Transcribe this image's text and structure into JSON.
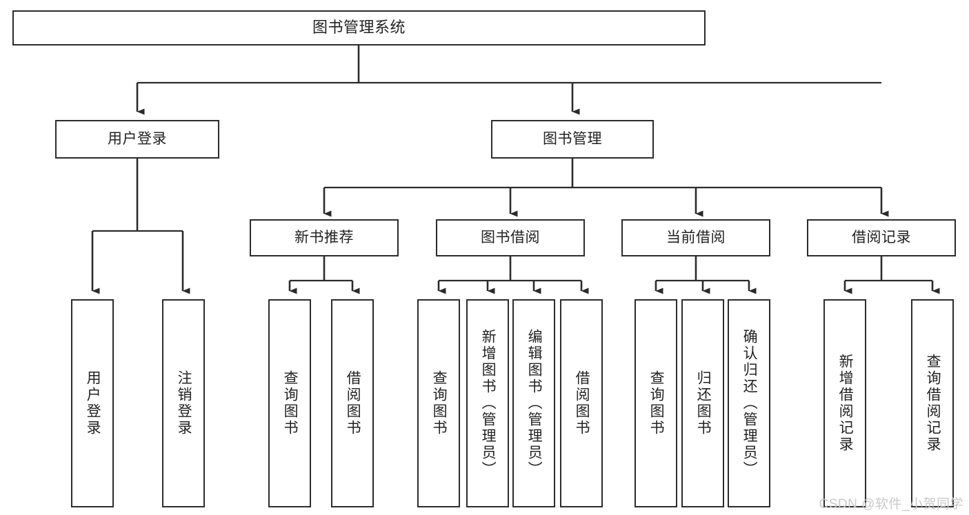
{
  "diagram": {
    "title": "图书管理系统",
    "type": "tree-hierarchy-diagram",
    "colors": {
      "background": "#ffffff",
      "box_border": "#2b2b2b",
      "box_fill": "#ffffff",
      "connector": "#2b2b2b",
      "text": "#222222",
      "watermark": "#c9c9c9"
    },
    "root": {
      "label": "图书管理系统"
    },
    "level2": [
      {
        "label": "用户登录"
      },
      {
        "label": "图书管理"
      }
    ],
    "level3": [
      {
        "label": "新书推荐"
      },
      {
        "label": "图书借阅"
      },
      {
        "label": "当前借阅"
      },
      {
        "label": "借阅记录"
      }
    ],
    "leaves": [
      {
        "label": "用户登录",
        "parent": "用户登录"
      },
      {
        "label": "注销登录",
        "parent": "用户登录"
      },
      {
        "label": "查询图书",
        "parent": "新书推荐"
      },
      {
        "label": "借阅图书",
        "parent": "新书推荐"
      },
      {
        "label": "查询图书",
        "parent": "图书借阅"
      },
      {
        "label": "新增图书（管理员）",
        "parent": "图书借阅"
      },
      {
        "label": "编辑图书（管理员）",
        "parent": "图书借阅"
      },
      {
        "label": "借阅图书",
        "parent": "图书借阅"
      },
      {
        "label": "查询图书",
        "parent": "当前借阅"
      },
      {
        "label": "归还图书",
        "parent": "当前借阅"
      },
      {
        "label": "确认归还（管理员）",
        "parent": "当前借阅"
      },
      {
        "label": "新增借阅记录",
        "parent": "借阅记录"
      },
      {
        "label": "查询借阅记录",
        "parent": "借阅记录"
      }
    ],
    "watermark": "CSDN @软件_小贺同学"
  }
}
